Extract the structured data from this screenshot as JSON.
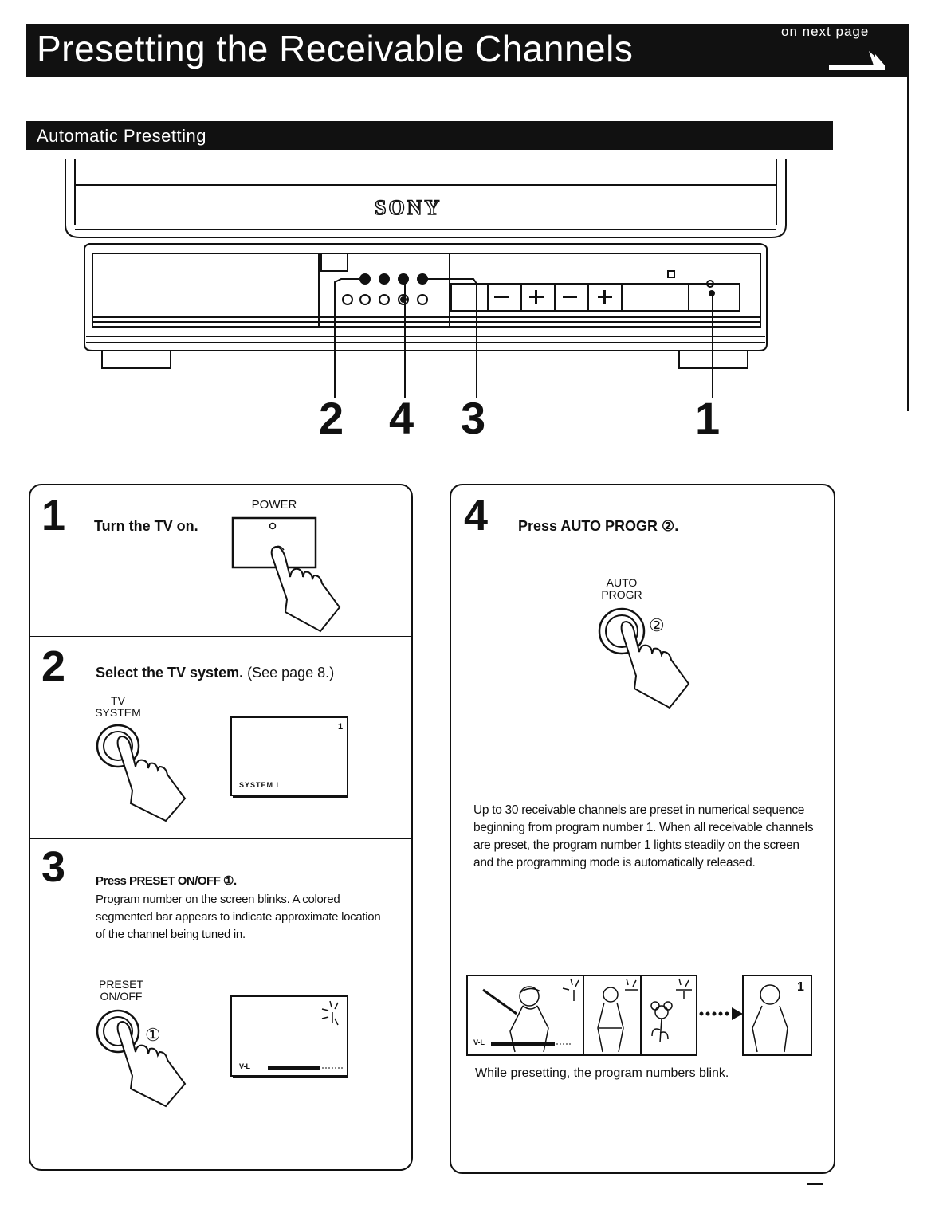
{
  "header": {
    "title": "Presetting the Receivable Channels",
    "next_page": "on next page"
  },
  "section": {
    "title": "Automatic Presetting"
  },
  "tv": {
    "brand": "SONY",
    "callouts": [
      "2",
      "4",
      "3",
      "1"
    ]
  },
  "steps": [
    {
      "number": "1",
      "instruction": "Turn the TV on.",
      "button_label": "POWER"
    },
    {
      "number": "2",
      "instruction": "Select the TV system.",
      "note": "(See page 8.)",
      "button_label_line1": "TV",
      "button_label_line2": "SYSTEM",
      "screen_number": "1",
      "screen_text": "SYSTEM I"
    },
    {
      "number": "3",
      "instruction": "Press PRESET ON/OFF ①.",
      "body": "Program number on the screen blinks. A colored segmented bar appears to indicate approximate location of the channel being tuned in.",
      "button_label_line1": "PRESET",
      "button_label_line2": "ON/OFF",
      "button_mark": "①",
      "screen_text": "V-L"
    },
    {
      "number": "4",
      "instruction": "Press AUTO PROGR ②.",
      "button_label_line1": "AUTO",
      "button_label_line2": "PROGR",
      "button_mark": "②",
      "body": "Up to 30 receivable channels are preset in numerical sequence beginning from program number 1. When all receivable channels are preset, the program number 1 lights steadily on the screen and the programming mode is automatically released.",
      "screen_text": "V-L",
      "final_number": "1",
      "caption": "While presetting, the program numbers blink."
    }
  ]
}
